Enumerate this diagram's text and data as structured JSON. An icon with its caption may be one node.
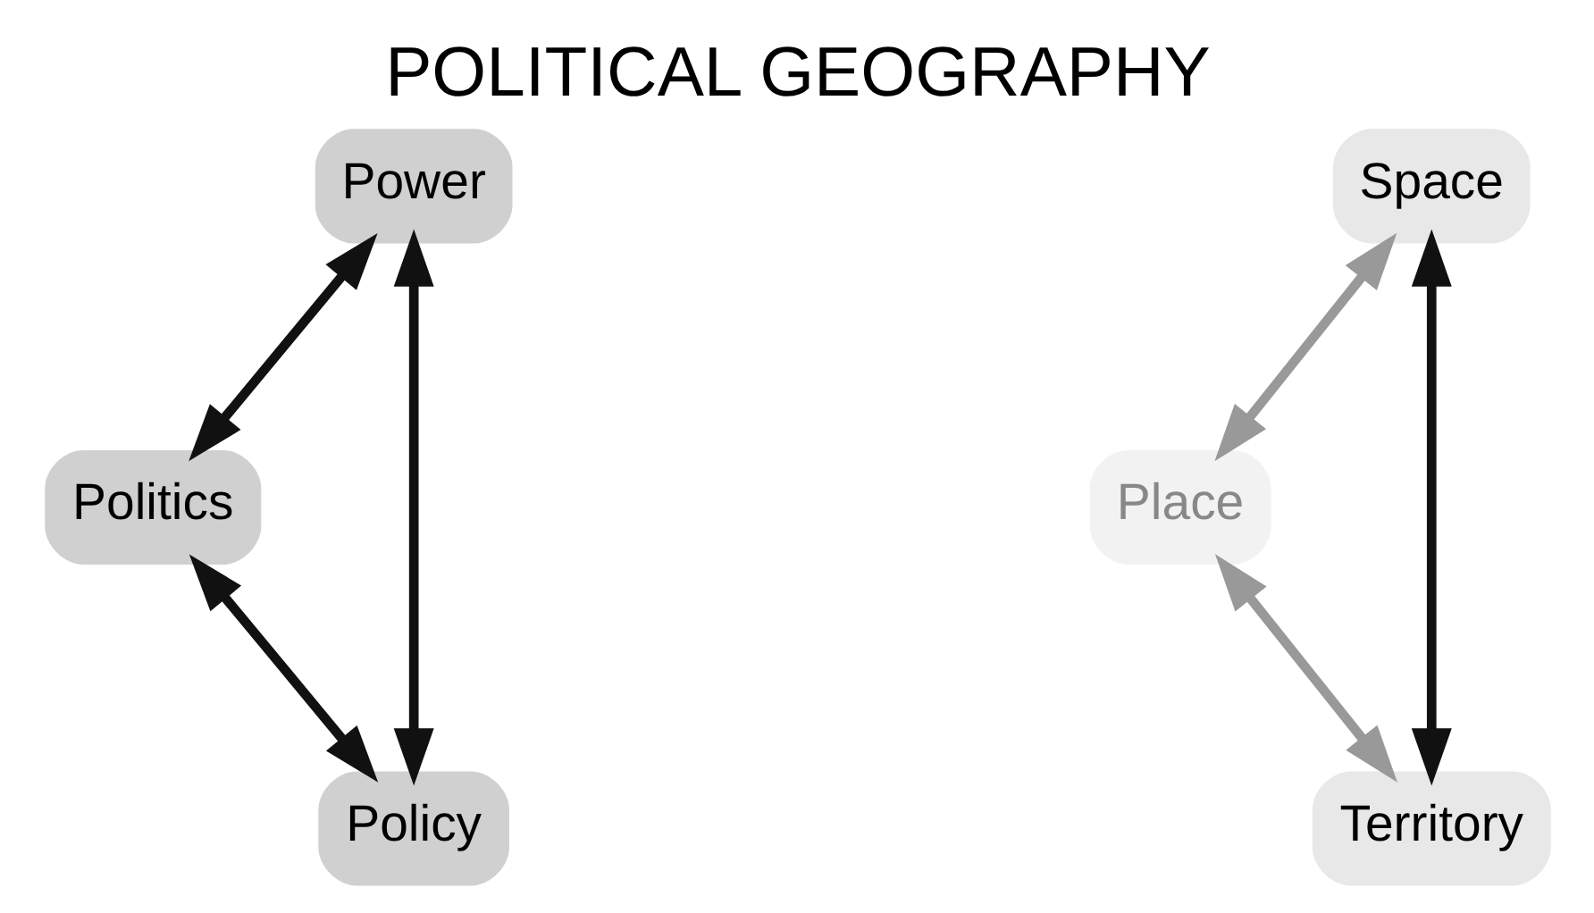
{
  "diagram": {
    "title": "POLITICAL GEOGRAPHY",
    "nodes": [
      {
        "text": [
          "Power"
        ]
      },
      {
        "text": [
          "Politics"
        ]
      },
      {
        "text": [
          "Policy"
        ]
      },
      {
        "text": [
          "Space"
        ]
      },
      {
        "text": [
          "Place"
        ]
      },
      {
        "text": [
          "Territory"
        ]
      }
    ],
    "edges": [
      {
        "from": 0,
        "to": 1,
        "arrow": "both"
      },
      {
        "from": 0,
        "to": 2,
        "arrow": "both"
      },
      {
        "from": 1,
        "to": 2,
        "arrow": "both"
      },
      {
        "from": 3,
        "to": 5,
        "arrow": "both"
      },
      {
        "from": 3,
        "to": 4,
        "arrow": "both",
        "color": "#999999"
      },
      {
        "from": 4,
        "to": 5,
        "arrow": "both",
        "color": "#999999"
      }
    ]
  }
}
